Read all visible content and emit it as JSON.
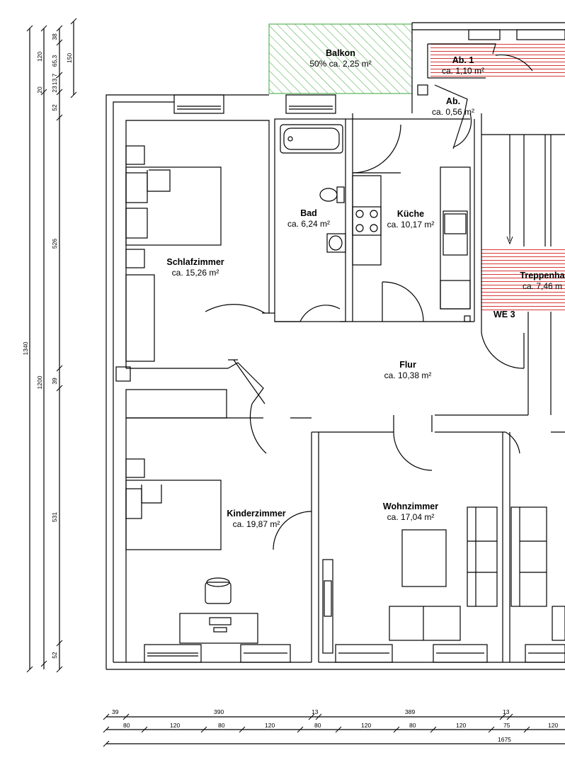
{
  "rooms": {
    "balkon": {
      "name": "Balkon",
      "area": "50% ca. 2,25 m²"
    },
    "ab1": {
      "name": "Ab. 1",
      "area": "ca. 1,10 m²"
    },
    "ab2": {
      "name": "Ab.",
      "area": "ca. 0,56 m²"
    },
    "bad": {
      "name": "Bad",
      "area": "ca. 6,24 m²"
    },
    "kueche": {
      "name": "Küche",
      "area": "ca. 10,17 m²"
    },
    "treppenhaus": {
      "name": "Treppenha",
      "area": "ca. 7,46 m"
    },
    "schlafzimmer": {
      "name": "Schlafzimmer",
      "area": "ca. 15,26 m²"
    },
    "flur": {
      "name": "Flur",
      "area": "ca. 10,38 m²"
    },
    "kinderzimmer": {
      "name": "Kinderzimmer",
      "area": "ca. 19,87 m²"
    },
    "wohnzimmer": {
      "name": "Wohnzimmer",
      "area": "ca. 17,04 m²"
    }
  },
  "unit_label": "WE 3",
  "dimensions": {
    "vertical_outer": [
      "1340"
    ],
    "vertical_mid": [
      "120",
      "20",
      "1200"
    ],
    "vertical_inner": [
      "38",
      "65,3",
      "23",
      "13,7",
      "52",
      "526",
      "39",
      "531",
      "52"
    ],
    "vertical_side": [
      "150"
    ],
    "horizontal_row1": [
      "39",
      "390",
      "13",
      "389",
      "13"
    ],
    "horizontal_row2": [
      "80",
      "120",
      "80",
      "120",
      "80",
      "120",
      "80",
      "120",
      "75",
      "120"
    ],
    "horizontal_total": [
      "1675"
    ]
  },
  "colors": {
    "wall": "#000000",
    "balcony_hatch": "#3aa63a",
    "hatch_red": "#d42020"
  }
}
